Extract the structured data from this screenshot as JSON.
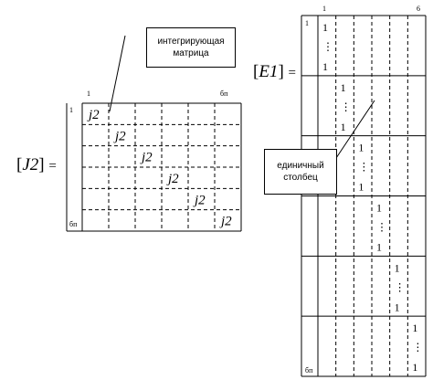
{
  "left_matrix": {
    "name": "J2",
    "equals": "=",
    "row_first_label": "1",
    "row_last_label": "бп",
    "col_first_label": "1",
    "col_last_label": "бп",
    "diag_entry": "j2",
    "cells": 6,
    "callout": "интегрирующая\nматрица"
  },
  "right_matrix": {
    "name": "E1",
    "equals": "=",
    "row_first_label": "1",
    "row_last_label": "бп",
    "col_first_label": "1",
    "col_last_label": "6",
    "entry": "1",
    "dots": "⋮",
    "blocks": 6,
    "callout": "единичный\nстолбец"
  },
  "colors": {
    "ink": "#000000",
    "background": "#ffffff"
  }
}
